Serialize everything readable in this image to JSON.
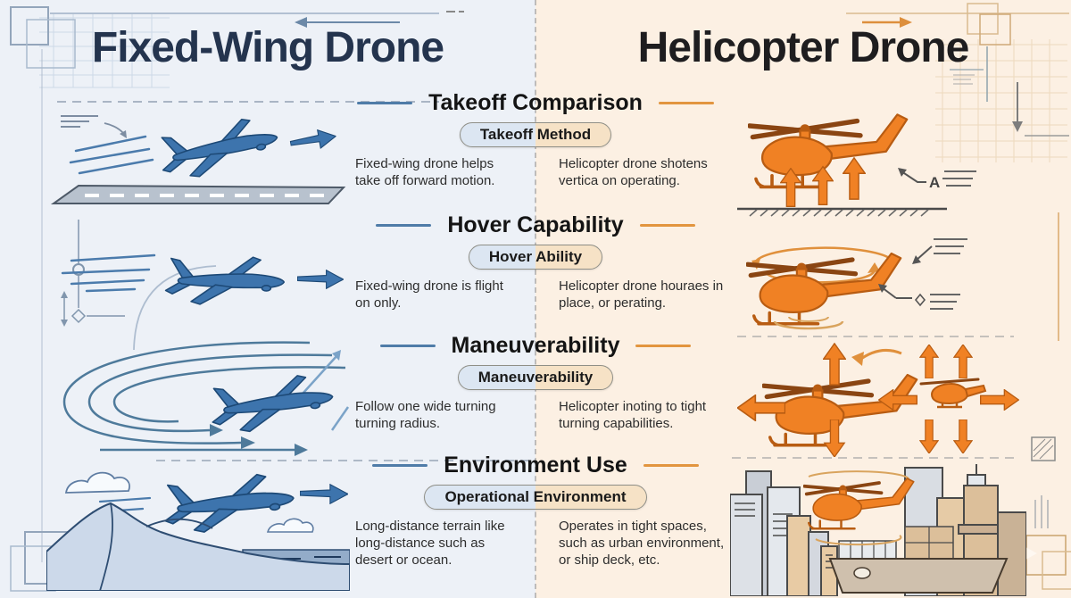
{
  "left_panel": {
    "title": "Fixed-Wing Drone"
  },
  "right_panel": {
    "title": "Helicopter Drone"
  },
  "sections": [
    {
      "heading": "Takeoff Comparison",
      "badge": "Takeoff Method",
      "left_text": "Fixed-wing drone helps take off forward motion.",
      "right_text": "Helicopter drone shotens vertica on operating."
    },
    {
      "heading": "Hover Capability",
      "badge": "Hover Ability",
      "left_text": "Fixed-wing drone is flight on only.",
      "right_text": "Helicopter drone houraes in place, or perating."
    },
    {
      "heading": "Maneuverability",
      "badge": "Maneuverability",
      "left_text": "Follow one wide turning turning radius.",
      "right_text": "Helicopter inoting to tight turning capabilities."
    },
    {
      "heading": "Environment Use",
      "badge": "Operational Environment",
      "left_text": "Long-distance terrain like long-distance such as desert or ocean.",
      "right_text": "Operates in tight spaces, such as urban environment, or ship deck, etc."
    }
  ],
  "annotations": {
    "label_a": "A"
  },
  "colors": {
    "left_bg": "#edf1f7",
    "right_bg": "#fcf0e3",
    "fixedwing_blue": "#3d74ad",
    "helicopter_orange": "#f08124",
    "heading_dash_left": "#4f7ca8",
    "heading_dash_right": "#e2953f"
  }
}
